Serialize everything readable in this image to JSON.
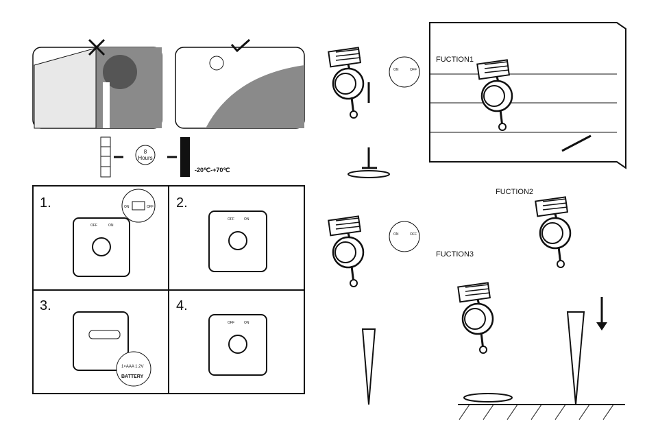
{
  "charging": {
    "sun_hours_value": "8",
    "sun_hours_unit": "Hours",
    "temperature_range": "-20℃-+70℃"
  },
  "steps": [
    {
      "number": "1.",
      "switch_off": "OFF",
      "switch_on": "ON",
      "zoom_on": "ON",
      "zoom_off": "OFF"
    },
    {
      "number": "2.",
      "switch_off": "OFF",
      "switch_on": "ON"
    },
    {
      "number": "3.",
      "battery_spec": "1×AAA 1.2V",
      "battery_label": "BATTERY"
    },
    {
      "number": "4.",
      "switch_off": "OFF",
      "switch_on": "ON"
    }
  ],
  "mounting": {
    "switch_on": "ON",
    "switch_off": "OFF",
    "function1": "FUCTION1",
    "function2": "FUCTION2",
    "function3": "FUCTION3"
  },
  "colors": {
    "scene_gray": "#8a8a8a",
    "line": "#111111"
  }
}
